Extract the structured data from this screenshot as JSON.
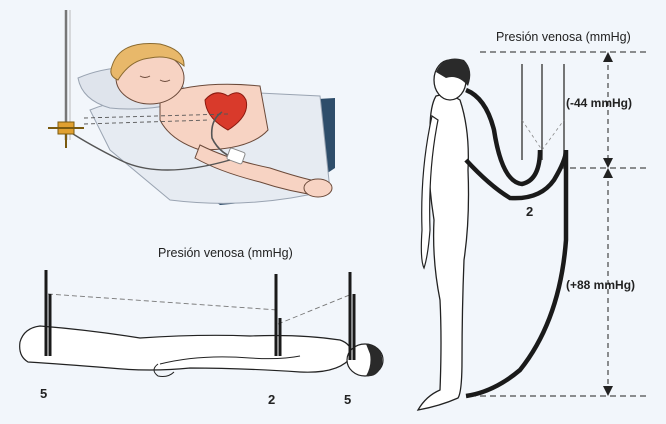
{
  "top_right_title": "Presión venosa (mmHg)",
  "bottom_left_title": "Presión venosa (mmHg)",
  "standing_measure_upper": "(-44 mmHg)",
  "standing_measure_lower": "(+88 mmHg)",
  "standing_point_label": "2",
  "lying_labels": {
    "feet": "5",
    "middle": "2",
    "head": "5"
  },
  "colors": {
    "heart": "#d93a2b",
    "skin": "#f7d3c3",
    "pillow": "#dfe4ec",
    "blanket": "#2e4d6a",
    "tube": "#1a1a1a",
    "background": "#f2f6fb"
  }
}
